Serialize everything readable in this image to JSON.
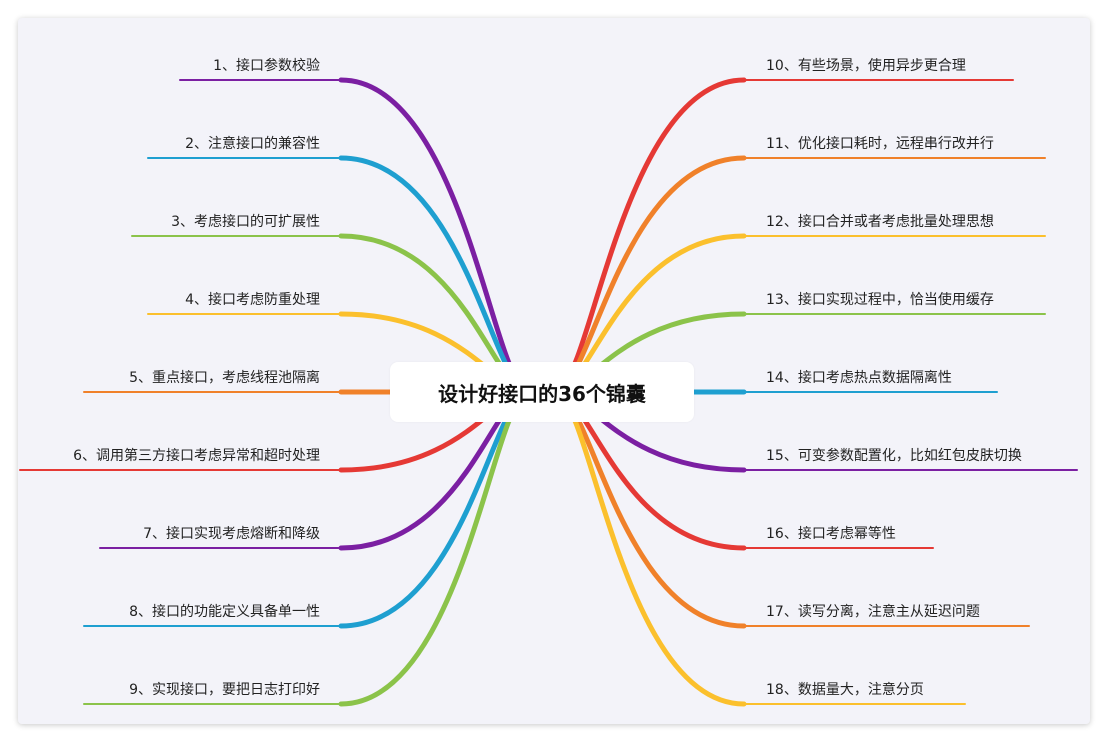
{
  "root": "设计好接口的36个锦囊",
  "colors": {
    "purple": "#7b1fa2",
    "blue": "#1e9fd0",
    "green": "#8bc34a",
    "yellow": "#fbc02d",
    "orange": "#f0812a",
    "red": "#e53935"
  },
  "left": [
    {
      "label": "1、接口参数校验",
      "color": "#7b1fa2"
    },
    {
      "label": "2、注意接口的兼容性",
      "color": "#1e9fd0"
    },
    {
      "label": "3、考虑接口的可扩展性",
      "color": "#8bc34a"
    },
    {
      "label": "4、接口考虑防重处理",
      "color": "#fbc02d"
    },
    {
      "label": "5、重点接口，考虑线程池隔离",
      "color": "#f0812a"
    },
    {
      "label": "6、调用第三方接口考虑异常和超时处理",
      "color": "#e53935"
    },
    {
      "label": "7、接口实现考虑熔断和降级",
      "color": "#7b1fa2"
    },
    {
      "label": "8、接口的功能定义具备单一性",
      "color": "#1e9fd0"
    },
    {
      "label": "9、实现接口，要把日志打印好",
      "color": "#8bc34a"
    }
  ],
  "right": [
    {
      "label": "10、有些场景，使用异步更合理",
      "color": "#e53935"
    },
    {
      "label": "11、优化接口耗时，远程串行改并行",
      "color": "#f0812a"
    },
    {
      "label": "12、接口合并或者考虑批量处理思想",
      "color": "#fbc02d"
    },
    {
      "label": "13、接口实现过程中，恰当使用缓存",
      "color": "#8bc34a"
    },
    {
      "label": "14、接口考虑热点数据隔离性",
      "color": "#1e9fd0"
    },
    {
      "label": "15、可变参数配置化，比如红包皮肤切换",
      "color": "#7b1fa2"
    },
    {
      "label": "16、接口考虑幂等性",
      "color": "#e53935"
    },
    {
      "label": "17、读写分离，注意主从延迟问题",
      "color": "#f0812a"
    },
    {
      "label": "18、数据量大，注意分页",
      "color": "#fbc02d"
    }
  ]
}
